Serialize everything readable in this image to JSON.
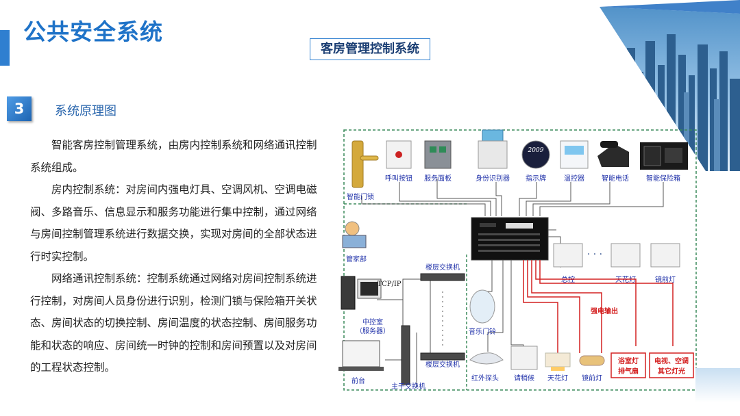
{
  "header": {
    "title": "公共安全系统",
    "subtitle": "客房管理控制系统"
  },
  "section": {
    "number": "3",
    "label": "系统原理图"
  },
  "body": {
    "paragraphs": [
      "智能客房控制管理系统，由房内控制系统和网络通讯控制系统组成。",
      "房内控制系统：对房间内强电灯具、空调风机、空调电磁阀、多路音乐、信息显示和服务功能进行集中控制，通过网络与房间控制管理系统进行数据交换，实现对房间的全部状态进行时实控制。",
      "网络通讯控制系统：控制系统通过网络对房间控制系统进行控制，对房间人员身份进行识别，检测门锁与保险箱开关状态、房间状态的切换控制、房间温度的状态控制、房间服务功能和状态的响应、房间统一时钟的控制和房间预置以及对房间的工程状态控制。"
    ]
  },
  "diagram": {
    "devices_top": [
      "智能门锁",
      "呼叫按钮",
      "服务面板",
      "身份识别器",
      "指示牌",
      "温控器",
      "智能电话",
      "智能保险箱"
    ],
    "indicator_text": "2009",
    "left_nodes": {
      "guest_dept": "管家部",
      "protocol": "TCP/IP",
      "control_room": "中控室",
      "server": "（服务器）",
      "front_desk": "前台",
      "main_switch": "主干交换机"
    },
    "switches": {
      "floor_switch_top": "楼层交换机",
      "floor_switch_bottom": "楼层交换机"
    },
    "right_panels": {
      "main_ctrl": "总控",
      "ceiling_light": "天花灯",
      "mirror_light": "镜前灯",
      "ellipsis": "· · ·"
    },
    "bottom_devices": [
      "音乐门铃",
      "红外探头",
      "请稍候",
      "天花灯",
      "镜前灯"
    ],
    "power_output": "强电输出",
    "red_boxes": [
      "浴室灯",
      "排气扇",
      "电视、空调",
      "其它灯光"
    ],
    "colors": {
      "red": "#d42020",
      "gray_line": "#666666",
      "dash": "#3a8a5a"
    }
  }
}
